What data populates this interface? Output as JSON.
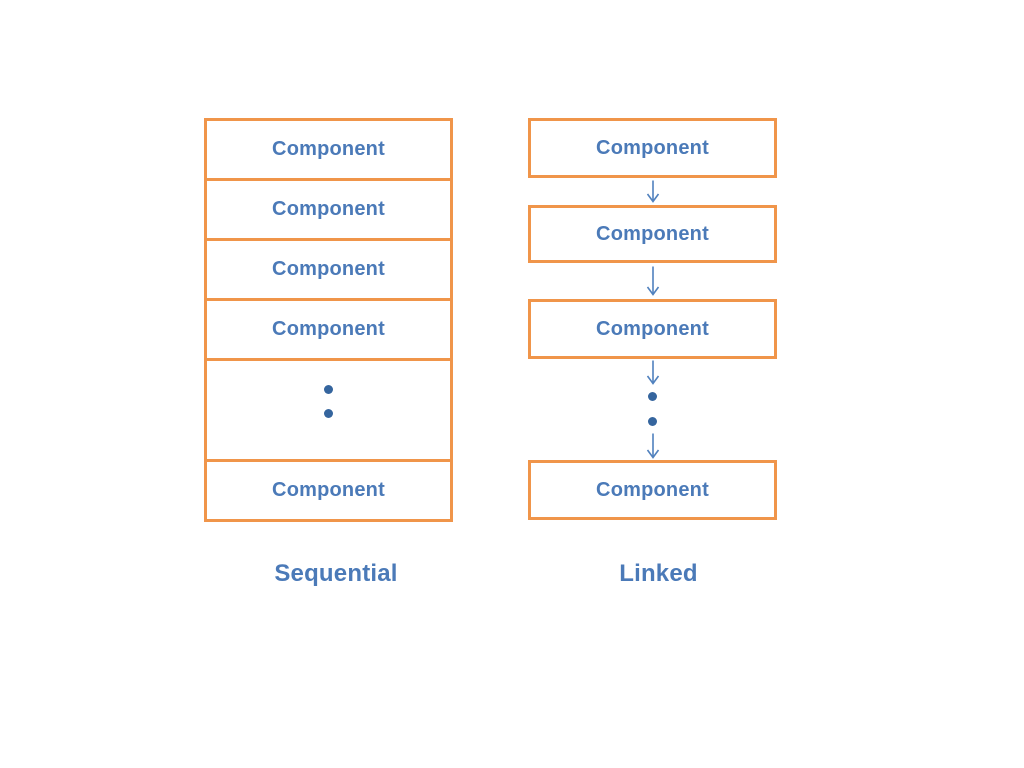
{
  "colors": {
    "background": "#FFFFFF",
    "box_border": "#F0954A",
    "component_text": "#4B7AB8",
    "label_text": "#4B7AB8",
    "arrow": "#5081BE",
    "dot": "#35659E"
  },
  "sequential": {
    "label": "Sequential",
    "boxes": [
      "Component",
      "Component",
      "Component",
      "Component",
      "Component"
    ],
    "ellipsis_dots": 2
  },
  "linked": {
    "label": "Linked",
    "boxes": [
      "Component",
      "Component",
      "Component",
      "Component"
    ],
    "ellipsis_dots": 2,
    "connector": "down-arrow"
  }
}
